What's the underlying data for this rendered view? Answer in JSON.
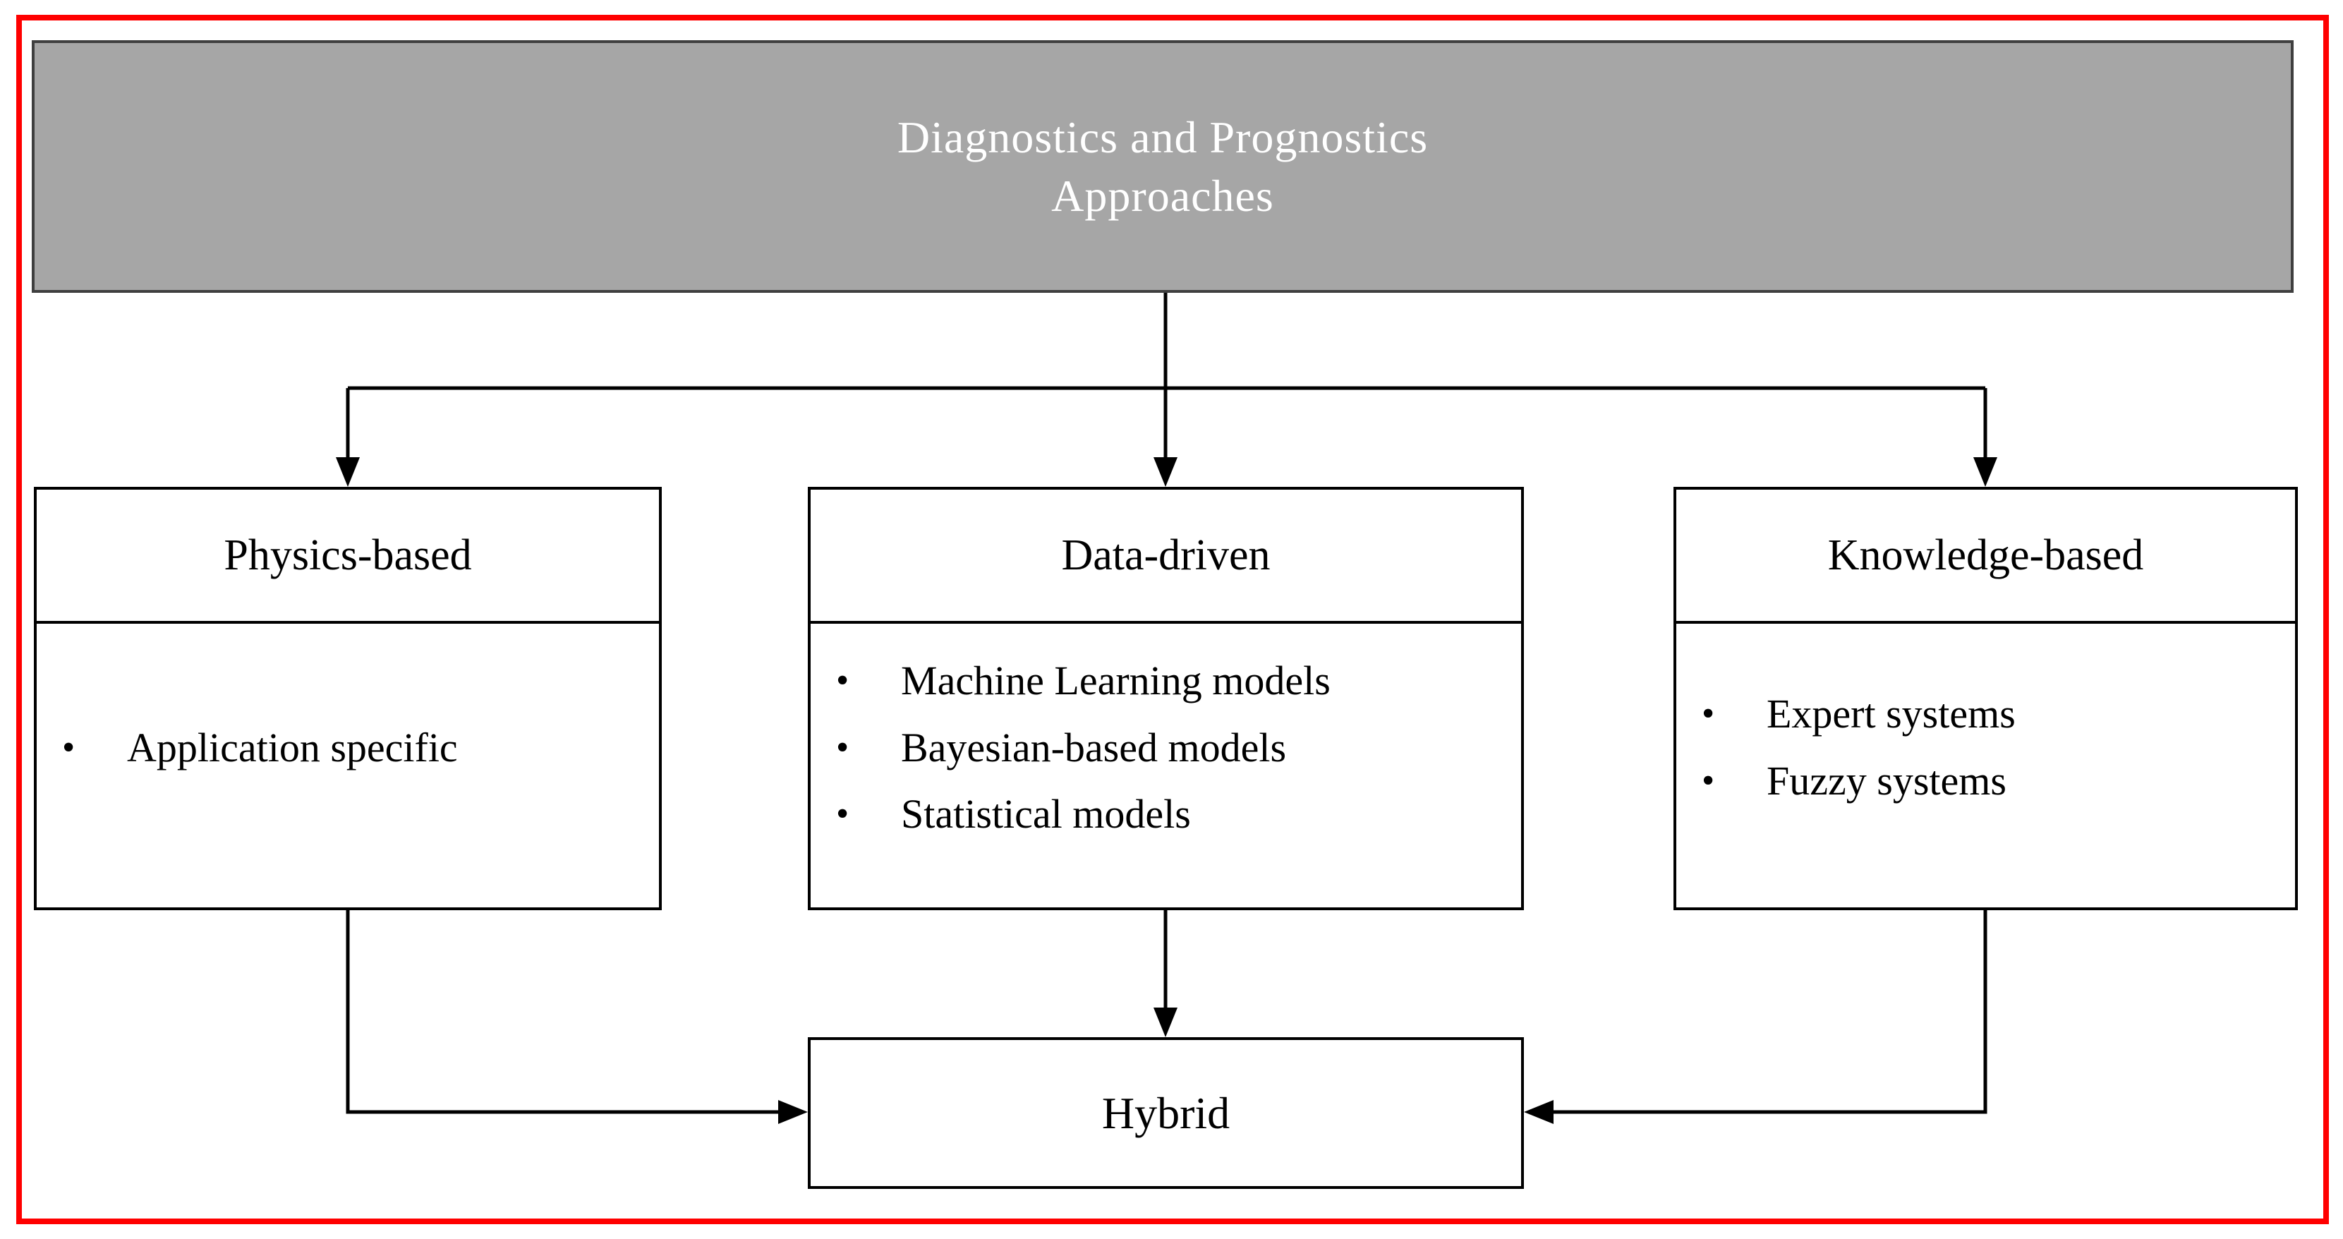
{
  "header": {
    "line1": "Diagnostics and Prognostics",
    "line2": "Approaches"
  },
  "boxes": {
    "physics": {
      "title": "Physics-based",
      "items": [
        "Application specific"
      ]
    },
    "data_driven": {
      "title": "Data-driven",
      "items": [
        "Machine Learning models",
        "Bayesian-based models",
        "Statistical models"
      ]
    },
    "knowledge": {
      "title": "Knowledge-based",
      "items": [
        "Expert systems",
        "Fuzzy systems"
      ]
    },
    "hybrid": {
      "title": "Hybrid"
    }
  },
  "colors": {
    "red_frame": "#ff0000",
    "header_fill": "#a6a6a6",
    "header_border": "#3f3f3f",
    "header_text": "#ffffff",
    "box_border": "#000000",
    "box_fill": "#ffffff",
    "text": "#000000",
    "connector": "#000000"
  }
}
